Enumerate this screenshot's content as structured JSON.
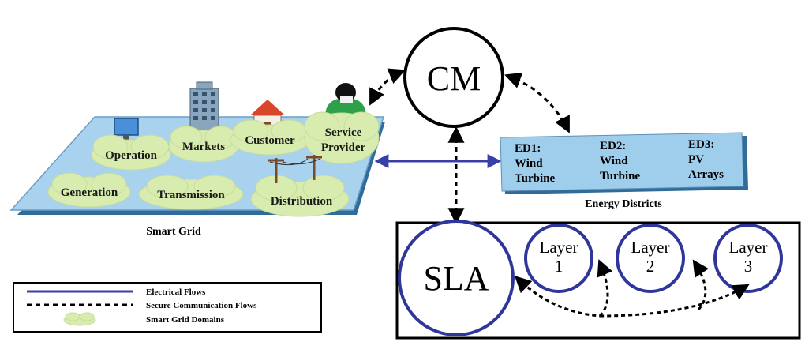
{
  "smart_grid": {
    "caption": "Smart Grid",
    "domains": {
      "operation": "Operation",
      "markets": "Markets",
      "customer": "Customer",
      "service_provider_1": "Service",
      "service_provider_2": "Provider",
      "generation": "Generation",
      "transmission": "Transmission",
      "distribution": "Distribution"
    }
  },
  "cm": {
    "label": "CM"
  },
  "energy_districts": {
    "caption": "Energy Districts",
    "ed1": [
      "ED1:",
      "Wind",
      "Turbine"
    ],
    "ed2": [
      "ED2:",
      "Wind",
      "Turbine"
    ],
    "ed3": [
      "ED3:",
      "PV",
      "Arrays"
    ]
  },
  "sla_box": {
    "sla": "SLA",
    "layer1": [
      "Layer",
      "1"
    ],
    "layer2": [
      "Layer",
      "2"
    ],
    "layer3": [
      "Layer",
      "3"
    ]
  },
  "legend": {
    "electrical": "Electrical Flows",
    "communication": "Secure Communication Flows",
    "domains": "Smart Grid Domains"
  },
  "colors": {
    "electrical_flow": "#3a3fa8",
    "circle_stroke": "#2f3699",
    "grid_plane": "#a9d2ef",
    "district_panel": "#9fcdec",
    "domain_cloud": "#d8ecb0"
  },
  "icons": [
    "computer-monitor-icon",
    "office-building-icon",
    "house-icon",
    "person-icon",
    "utility-pole-icon"
  ]
}
